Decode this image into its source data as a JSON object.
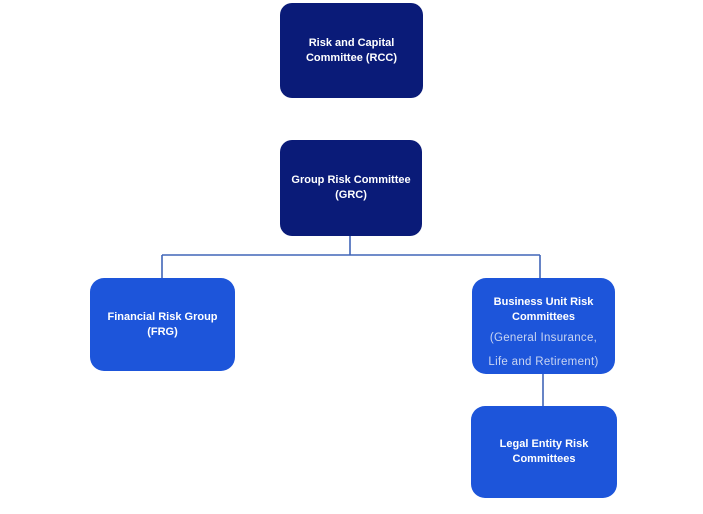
{
  "diagram": {
    "type": "org-chart",
    "nodes": {
      "rcc": {
        "lines": [
          "Risk and Capital",
          "Committee (RCC)"
        ]
      },
      "grc": {
        "lines": [
          "Group Risk Committee",
          "(GRC)"
        ]
      },
      "frg": {
        "lines": [
          "Financial Risk Group",
          "(FRG)"
        ]
      },
      "bur": {
        "lines": [
          "Business Unit Risk",
          "Committees"
        ],
        "sub_lines": [
          "(General Insurance,",
          "Life and Retirement)"
        ]
      },
      "ler": {
        "lines": [
          "Legal Entity Risk",
          "Committees"
        ]
      }
    },
    "edges": [
      "GRC -> FRG",
      "GRC -> BUR",
      "BUR -> LER"
    ],
    "colors": {
      "dark_navy_box": "#0a1b78",
      "bright_blue_box": "#1d55da",
      "connector_line": "#4166b8",
      "box_text": "#ffffff",
      "subtitle_text": "#c9d5f2",
      "background": "#ffffff"
    }
  }
}
